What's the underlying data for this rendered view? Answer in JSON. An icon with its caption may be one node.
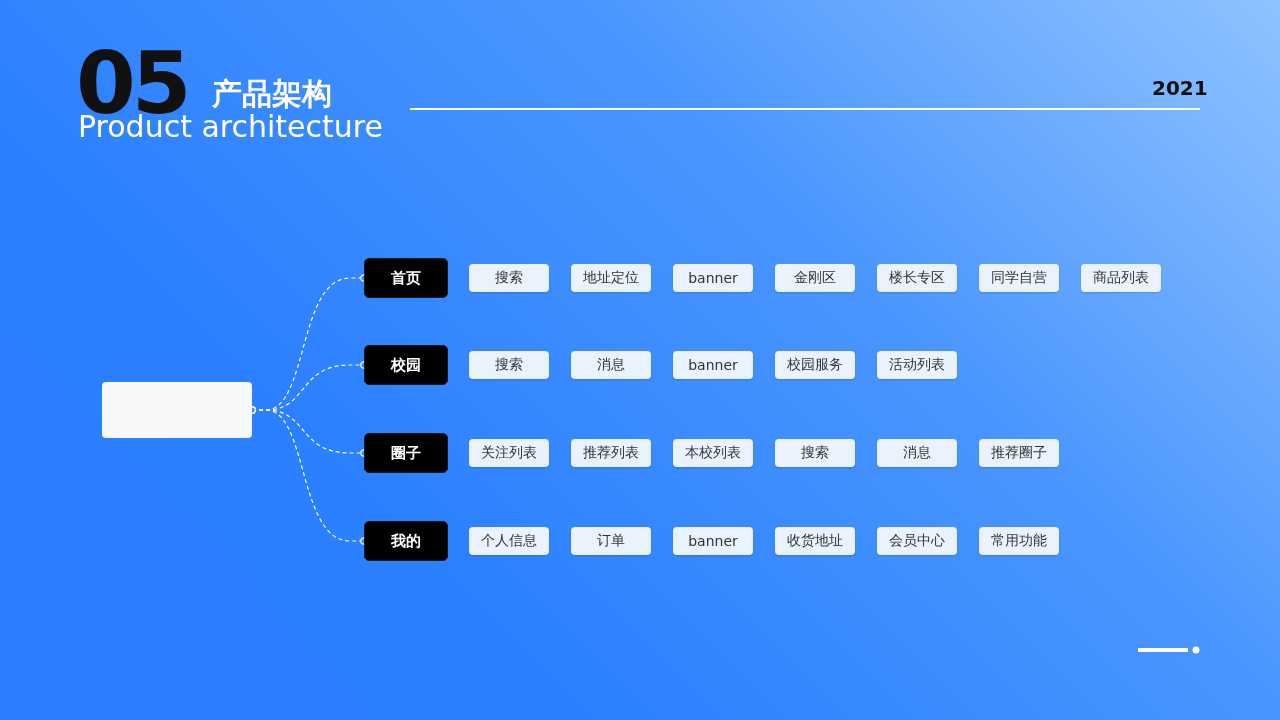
{
  "diagram": {
    "title": "产品架构",
    "nodes": [
      {
        "text": [],
        "shape": "box"
      },
      {
        "text": [
          "首页"
        ]
      },
      {
        "text": [
          "搜索"
        ]
      },
      {
        "text": [
          "地址定位"
        ]
      },
      {
        "text": [
          "banner"
        ]
      },
      {
        "text": [
          "金刚区"
        ]
      },
      {
        "text": [
          "楼长专区"
        ]
      },
      {
        "text": [
          "同学自营"
        ]
      },
      {
        "text": [
          "商品列表"
        ]
      },
      {
        "text": [
          "校园"
        ]
      },
      {
        "text": [
          "搜索"
        ]
      },
      {
        "text": [
          "消息"
        ]
      },
      {
        "text": [
          "banner"
        ]
      },
      {
        "text": [
          "校园服务"
        ]
      },
      {
        "text": [
          "活动列表"
        ]
      },
      {
        "text": [
          "圈子"
        ]
      },
      {
        "text": [
          "关注列表"
        ]
      },
      {
        "text": [
          "推荐列表"
        ]
      },
      {
        "text": [
          "本校列表"
        ]
      },
      {
        "text": [
          "搜索"
        ]
      },
      {
        "text": [
          "消息"
        ]
      },
      {
        "text": [
          "推荐圈子"
        ]
      },
      {
        "text": [
          "我的"
        ]
      },
      {
        "text": [
          "个人信息"
        ]
      },
      {
        "text": [
          "订单"
        ]
      },
      {
        "text": [
          "banner"
        ]
      },
      {
        "text": [
          "收货地址"
        ]
      },
      {
        "text": [
          "会员中心"
        ]
      },
      {
        "text": [
          "常用功能"
        ]
      }
    ],
    "edges": [
      {
        "from": 0,
        "to": 1,
        "arrow": "other",
        "style": "dashed"
      },
      {
        "from": 0,
        "to": 9,
        "arrow": "other",
        "style": "dashed"
      },
      {
        "from": 0,
        "to": 15,
        "arrow": "other",
        "style": "dashed"
      },
      {
        "from": 0,
        "to": 22,
        "arrow": "other",
        "style": "dashed"
      }
    ],
    "labels": [
      "05",
      "Product architecture",
      "2021"
    ]
  }
}
